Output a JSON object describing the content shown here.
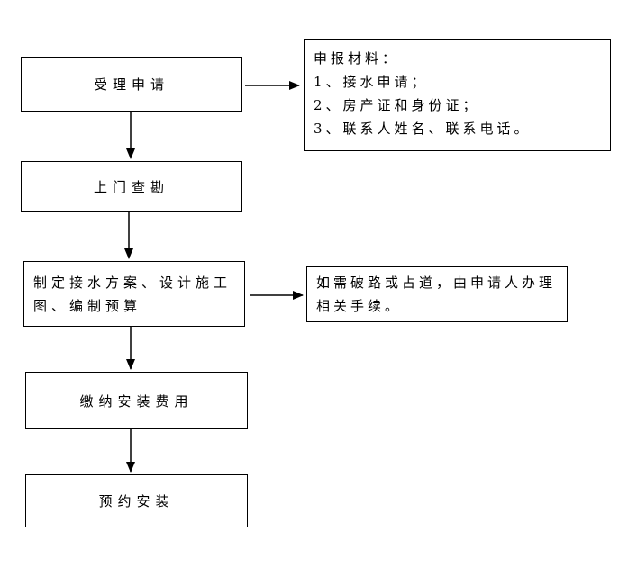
{
  "colors": {
    "background": "#ffffff",
    "box_border": "#000000",
    "arrow": "#000000",
    "text": "#000000"
  },
  "steps": [
    {
      "id": "step-1",
      "label": "受理申请"
    },
    {
      "id": "step-2",
      "label": "上门查勘"
    },
    {
      "id": "step-3",
      "label": "制定接水方案、设计施工图、编制预算",
      "lines": [
        "制定接水方案、设计施工",
        "图、编制预算"
      ]
    },
    {
      "id": "step-4",
      "label": "缴纳安装费用"
    },
    {
      "id": "step-5",
      "label": "预约安装"
    }
  ],
  "notes": [
    {
      "id": "note-materials",
      "label": "申报材料：1、接水申请；2、房产证和身份证；3、联系人姓名、联系电话。",
      "lines": [
        "申报材料：",
        "1、接水申请；",
        "2、房产证和身份证；",
        "3、联系人姓名、联系电话。"
      ]
    },
    {
      "id": "note-road",
      "label": "如需破路或占道，由申请人办理相关手续。",
      "lines": [
        "如需破路或占道，由申请人办理",
        "相关手续。"
      ]
    }
  ]
}
